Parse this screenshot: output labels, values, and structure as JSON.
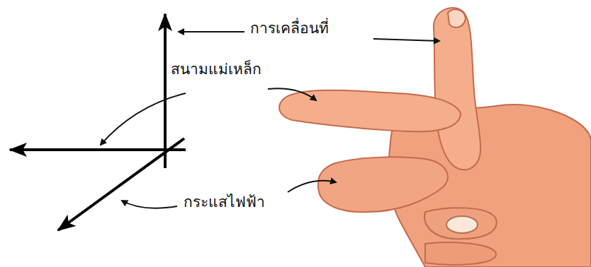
{
  "diagram": {
    "labels": [
      "การเคลื่อนที่",
      "สนามแม่เหล็ก",
      "กระแสไฟฟ้า"
    ]
  }
}
